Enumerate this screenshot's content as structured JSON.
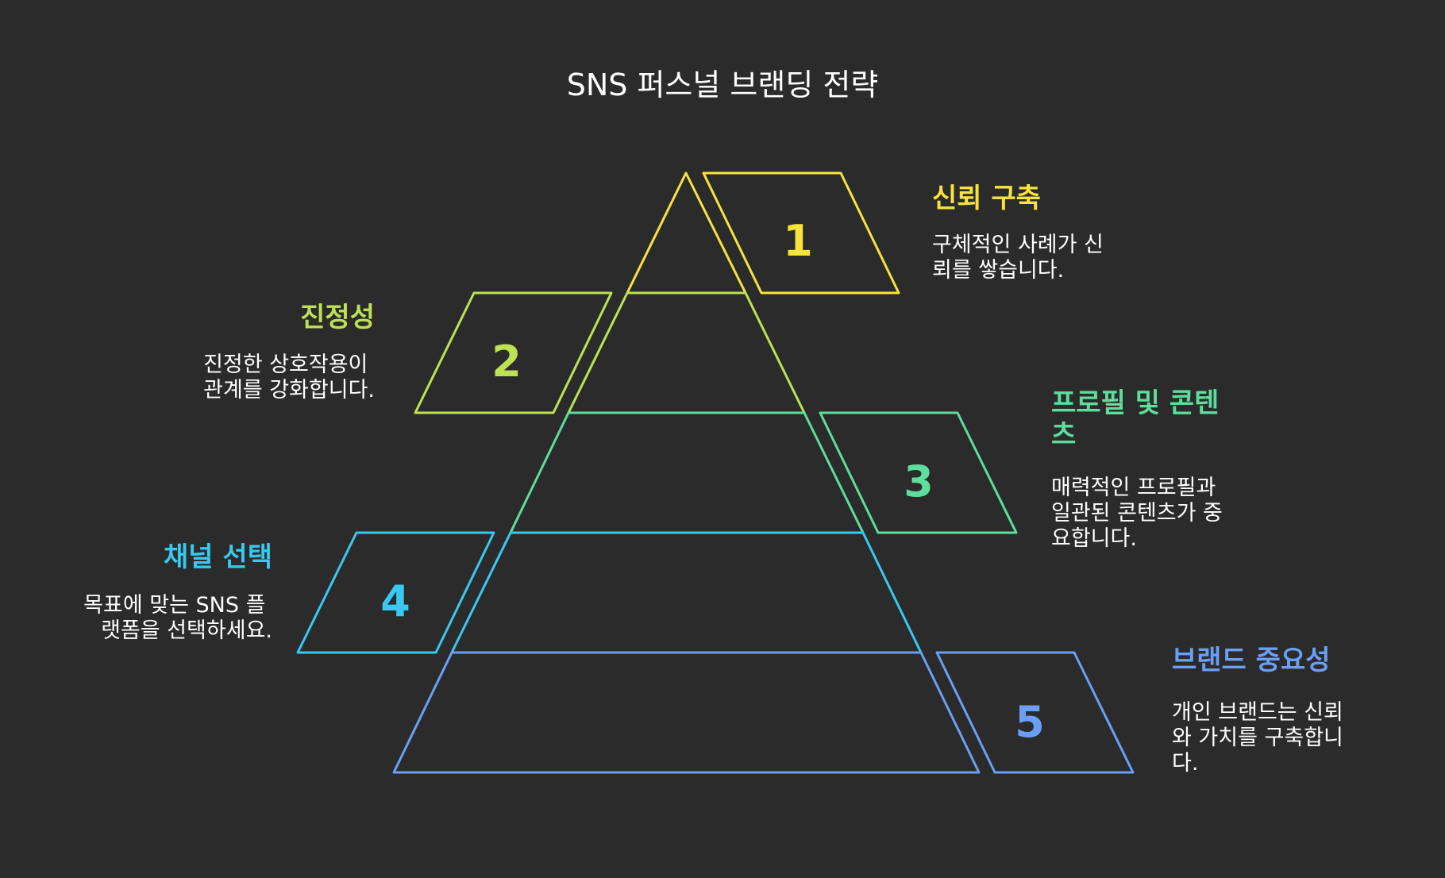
{
  "title": "SNS 퍼스널 브랜딩 전략",
  "levels": [
    {
      "number": "1",
      "color": "#f7e43a",
      "heading_lines": [
        "신뢰 구축"
      ],
      "desc_lines": [
        "구체적인 사례가 신",
        "뢰를 쌓습니다."
      ]
    },
    {
      "number": "2",
      "color": "#bde154",
      "heading_lines": [
        "진정성"
      ],
      "desc_lines": [
        "진정한 상호작용이",
        "관계를 강화합니다."
      ]
    },
    {
      "number": "3",
      "color": "#5fdd9d",
      "heading_lines": [
        "프로필 및 콘텐",
        "츠"
      ],
      "desc_lines": [
        "매력적인 프로필과",
        "일관된 콘텐츠가 중",
        "요합니다."
      ]
    },
    {
      "number": "4",
      "color": "#38c8f0",
      "heading_lines": [
        "채널 선택"
      ],
      "desc_lines": [
        "목표에 맞는 SNS 플",
        "랫폼을 선택하세요."
      ]
    },
    {
      "number": "5",
      "color": "#6b9ff5",
      "heading_lines": [
        "브랜드 중요성"
      ],
      "desc_lines": [
        "개인 브랜드는 신뢰",
        "와 가치를 구축합니",
        "다."
      ]
    }
  ]
}
